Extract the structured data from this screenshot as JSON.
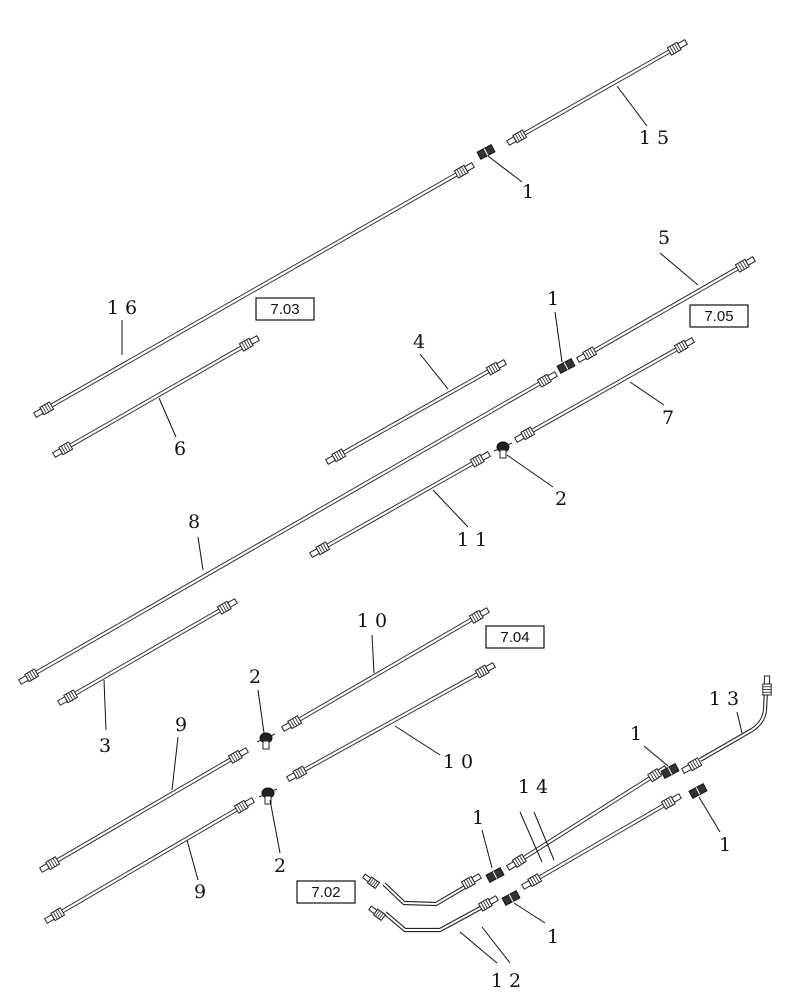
{
  "labels": {
    "l15": "1 5",
    "l1_a": "1",
    "l16": "1 6",
    "l6": "6",
    "l5": "5",
    "l1_b": "1",
    "l4": "4",
    "l7": "7",
    "l2_a": "2",
    "l11": "1 1",
    "l8": "8",
    "l3": "3",
    "l10_a": "1 0",
    "l10_b": "1 0",
    "l2_b": "2",
    "l2_c": "2",
    "l9_a": "9",
    "l9_b": "9",
    "l13": "1 3",
    "l1_c": "1",
    "l14": "1 4",
    "l1_d": "1",
    "l1_e": "1",
    "l1_f": "1",
    "l12": "1 2"
  },
  "refs": {
    "r703": "7.03",
    "r705": "7.05",
    "r704": "7.04",
    "r702": "7.02"
  }
}
